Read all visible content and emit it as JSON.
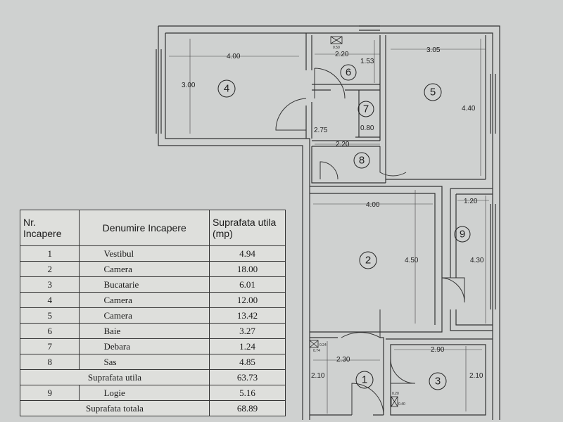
{
  "table": {
    "headers": [
      "Nr. Incapere",
      "Denumire Incapere",
      "Suprafata utila (mp)"
    ],
    "rows": [
      {
        "nr": "1",
        "name": "Vestibul",
        "area": "4.94"
      },
      {
        "nr": "2",
        "name": "Camera",
        "area": "18.00"
      },
      {
        "nr": "3",
        "name": "Bucatarie",
        "area": "6.01"
      },
      {
        "nr": "4",
        "name": "Camera",
        "area": "12.00"
      },
      {
        "nr": "5",
        "name": "Camera",
        "area": "13.42"
      },
      {
        "nr": "6",
        "name": "Baie",
        "area": "3.27"
      },
      {
        "nr": "7",
        "name": "Debara",
        "area": "1.24"
      },
      {
        "nr": "8",
        "name": "Sas",
        "area": "4.85"
      }
    ],
    "subtotal": {
      "label": "Suprafata utila",
      "area": "63.73"
    },
    "loggia": {
      "nr": "9",
      "name": "Logie",
      "area": "5.16"
    },
    "total": {
      "label": "Suprafata totala",
      "area": "68.89"
    }
  },
  "plan": {
    "rooms": {
      "r1": "1",
      "r2": "2",
      "r3": "3",
      "r4": "4",
      "r5": "5",
      "r6": "6",
      "r7": "7",
      "r8": "8",
      "r9": "9"
    },
    "dims": {
      "d4w": "4.00",
      "d4h": "3.00",
      "d6w": "2.20",
      "d6h": "1.53",
      "d5w": "3.05",
      "d5h": "4.40",
      "d7w": "0.80",
      "dhall": "2.75",
      "d8w": "2.20",
      "d2w": "4.00",
      "d2h": "4.50",
      "d9w": "1.20",
      "d9h": "4.30",
      "d1w": "2.30",
      "d1h": "2.10",
      "d3w": "2.90",
      "d3h": "2.10"
    },
    "vent": {
      "v6": "0.50",
      "v1a": "0.24",
      "v1b": "0.74",
      "v3a": "0.20",
      "v3b": "0.40"
    }
  }
}
